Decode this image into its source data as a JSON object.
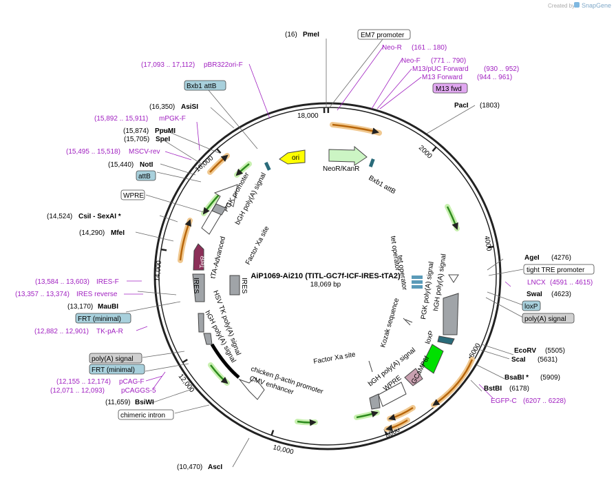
{
  "created_by": "Created by",
  "brand": "SnapGene",
  "plasmid": {
    "name": "AiP1069-Ai210 (TITL-GC7f-ICF-IRES-tTA2)",
    "length": "18,069 bp"
  },
  "ticks": [
    "18,000",
    "2000",
    "4000",
    "6000",
    "8000",
    "10,000",
    "12,000",
    "14,000",
    "16,000"
  ],
  "sites": [
    {
      "name": "PmeI",
      "pos": "(16)"
    },
    {
      "name": "PacI",
      "pos": "(1803)"
    },
    {
      "name": "AgeI",
      "pos": "(4276)"
    },
    {
      "name": "SwaI",
      "pos": "(4623)"
    },
    {
      "name": "EcoRV",
      "pos": "(5505)"
    },
    {
      "name": "ScaI",
      "pos": "(5631)"
    },
    {
      "name": "BsaBI *",
      "pos": "(5909)"
    },
    {
      "name": "BstBI",
      "pos": "(6178)"
    },
    {
      "name": "AscI",
      "pos": "(10,470)"
    },
    {
      "name": "BsiWI",
      "pos": "(11,659)"
    },
    {
      "name": "MauBI",
      "pos": "(13,170)"
    },
    {
      "name": "MfeI",
      "pos": "(14,290)"
    },
    {
      "name": "CsiI  - SexAI *",
      "pos": "(14,524)"
    },
    {
      "name": "NotI",
      "pos": "(15,440)"
    },
    {
      "name": "SpeI",
      "pos": "(15,705)"
    },
    {
      "name": "PpuMI",
      "pos": "(15,874)"
    },
    {
      "name": "AsiSI",
      "pos": "(16,350)"
    }
  ],
  "primers": [
    {
      "name": "Neo-R",
      "pos": "(161 .. 180)"
    },
    {
      "name": "Neo-F",
      "pos": "(771 .. 790)"
    },
    {
      "name": "M13/pUC Forward",
      "pos": "(930 .. 952)"
    },
    {
      "name": "M13 Forward",
      "pos": "(944 .. 961)"
    },
    {
      "name": "LNCX",
      "pos": "(4591 .. 4615)"
    },
    {
      "name": "EGFP-C",
      "pos": "(6207 .. 6228)"
    },
    {
      "name": "pCAGGS-5",
      "pos": "(12,071 .. 12,093)"
    },
    {
      "name": "pCAG-F",
      "pos": "(12,155 .. 12,174)"
    },
    {
      "name": "TK-pA-R",
      "pos": "(12,882 .. 12,901)"
    },
    {
      "name": "IRES reverse",
      "pos": "(13,357 .. 13,374)"
    },
    {
      "name": "IRES-F",
      "pos": "(13,584 .. 13,603)"
    },
    {
      "name": "MSCV-rev",
      "pos": "(15,495 .. 15,518)"
    },
    {
      "name": "mPGK-F",
      "pos": "(15,892 .. 15,911)"
    },
    {
      "name": "pBR322ori-F",
      "pos": "(17,093 .. 17,112)"
    }
  ],
  "outer_features": {
    "em7": "EM7 promoter",
    "m13fwd": "M13 fwd",
    "tight_tre": "tight TRE promoter",
    "loxp": "loxP",
    "polya_right": "poly(A) signal",
    "chimeric": "chimeric intron",
    "frt_lower": "FRT (minimal)",
    "polya_left": "poly(A) signal",
    "frt_upper": "FRT (minimal)",
    "wpre": "WPRE",
    "attb_left": "attB",
    "bxb1_left": "Bxb1 attB"
  },
  "inner_features": {
    "ori": "ori",
    "neokan": "NeoR/KanR",
    "bxb1_inner": "Bxb1 attB",
    "pgk_promoter": "PGK promoter",
    "bgh_polya_top": "bGH poly(A) signal",
    "factor_xa_top": "Factor Xa site",
    "tta": "tTA-Advanced",
    "tetr": "TetR",
    "hsv_tk": "HSV TK poly(A) signal",
    "bgh_polya_left": "hGH poly(A) signal",
    "ires_left": "IRES",
    "ires_inner": "IRES",
    "cba": "chicken β-actin promoter",
    "cmv": "CMV enhancer",
    "factor_xa_bottom": "Factor Xa site",
    "bgh_polya_bottom": "bGH poly(A) signal",
    "wpre_inner": "WPRE",
    "gcamp": "GCaMP6f",
    "loxp_inner": "loxP",
    "kozak": "Kozak sequence",
    "pgk_polya": "PGK poly(A) signal",
    "hgh_polya": "hGH poly(A) signal",
    "tet_operator1": "tet operator",
    "tet_operator2": "tet operator"
  },
  "colors": {
    "primer": "#a020c0",
    "orange_arrow": "#b8660a",
    "green_arrow": "#2e8b1e",
    "backbone": "#222222",
    "tag_blue": "#a8d0dc",
    "tag_grey": "#d0d0d0",
    "tag_purple": "#e0a8f0"
  }
}
